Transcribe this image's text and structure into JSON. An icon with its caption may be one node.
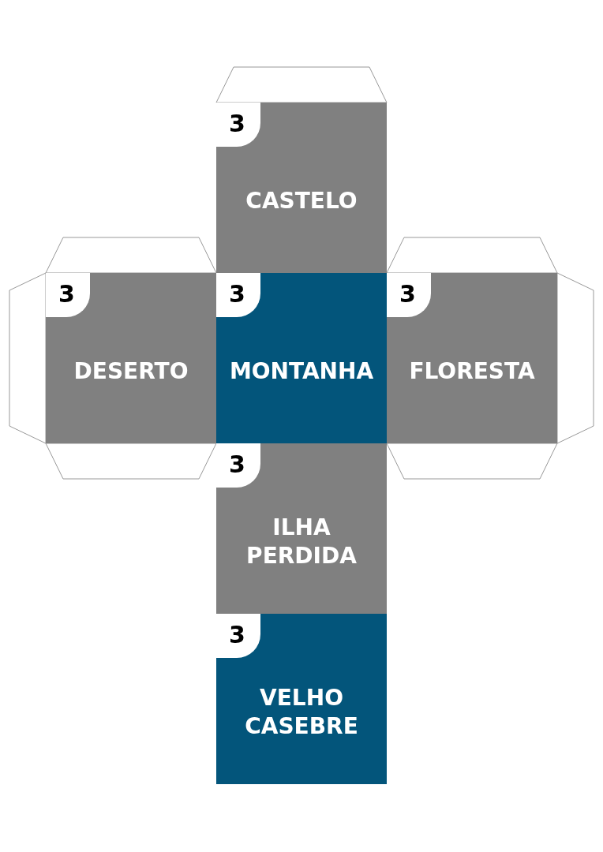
{
  "diagram": {
    "nodes": [
      {
        "text": [
          "CASTELO"
        ]
      },
      {
        "text": [
          "3"
        ],
        "in": 0
      },
      {
        "text": [
          "DESERTO"
        ]
      },
      {
        "text": [
          "3"
        ],
        "in": 2
      },
      {
        "text": [
          "MONTANHA"
        ]
      },
      {
        "text": [
          "3"
        ],
        "in": 4
      },
      {
        "text": [
          "FLORESTA"
        ]
      },
      {
        "text": [
          "3"
        ],
        "in": 6
      },
      {
        "text": [
          "ILHA PERDIDA"
        ]
      },
      {
        "text": [
          "3"
        ],
        "in": 8
      },
      {
        "text": [
          "VELHO CASEBRE"
        ]
      },
      {
        "text": [
          "3"
        ],
        "in": 10
      },
      {
        "text": [],
        "shape": "trapezoid"
      },
      {
        "text": [],
        "shape": "trapezoid"
      },
      {
        "text": [],
        "shape": "trapezoid"
      },
      {
        "text": [],
        "shape": "trapezoid"
      },
      {
        "text": [],
        "shape": "trapezoid"
      },
      {
        "text": [],
        "shape": "trapezoid"
      },
      {
        "text": [],
        "shape": "trapezoid"
      }
    ]
  }
}
